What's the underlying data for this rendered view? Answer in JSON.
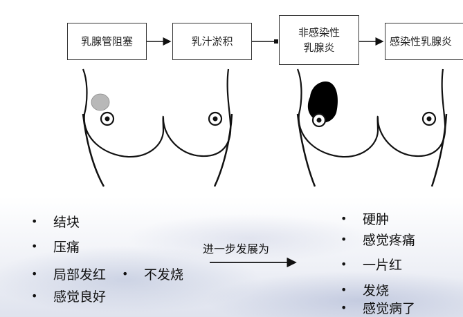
{
  "flow": {
    "steps": [
      {
        "label": "乳腺管阻塞"
      },
      {
        "label": "乳汁淤积"
      },
      {
        "label": "非感染性\n乳腺炎"
      },
      {
        "label": "感染性乳腺炎"
      }
    ]
  },
  "left_symptoms": [
    {
      "label": "结块"
    },
    {
      "label": "压痛"
    },
    {
      "label": "局部发红"
    },
    {
      "label": "感觉良好"
    },
    {
      "label": "不发烧"
    }
  ],
  "progress": {
    "label": "进一步发展为"
  },
  "right_symptoms": [
    {
      "label": "硬肿"
    },
    {
      "label": "感觉疼痛"
    },
    {
      "label": "一片红"
    },
    {
      "label": "发烧"
    },
    {
      "label": "感觉病了"
    }
  ],
  "colors": {
    "stroke": "#111111",
    "lump_light": "#b8b8b8",
    "lump_dark": "#000000"
  }
}
